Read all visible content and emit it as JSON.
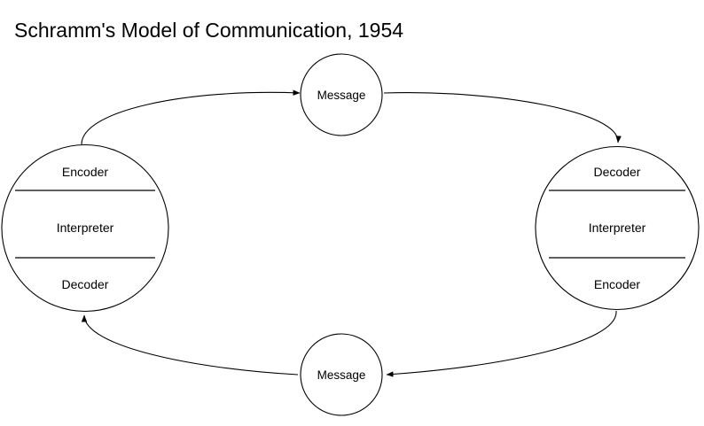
{
  "title": "Schramm's Model of Communication, 1954",
  "diagram": {
    "type": "cyclical-communication-model",
    "left_party": {
      "name": "left-communicator",
      "segments": [
        {
          "label": "Encoder",
          "position": "top"
        },
        {
          "label": "Interpreter",
          "position": "middle"
        },
        {
          "label": "Decoder",
          "position": "bottom"
        }
      ]
    },
    "right_party": {
      "name": "right-communicator",
      "segments": [
        {
          "label": "Decoder",
          "position": "top"
        },
        {
          "label": "Interpreter",
          "position": "middle"
        },
        {
          "label": "Encoder",
          "position": "bottom"
        }
      ]
    },
    "messages": [
      {
        "label": "Message",
        "position": "top"
      },
      {
        "label": "Message",
        "position": "bottom"
      }
    ],
    "flows": [
      {
        "name": "left-encoder-to-top-message",
        "from": "Encoder",
        "to": "Message",
        "direction": "right"
      },
      {
        "name": "top-message-to-right-decoder",
        "from": "Message",
        "to": "Decoder",
        "direction": "right"
      },
      {
        "name": "right-encoder-to-bottom-message",
        "from": "Encoder",
        "to": "Message",
        "direction": "left"
      },
      {
        "name": "bottom-message-to-left-decoder",
        "from": "Message",
        "to": "Decoder",
        "direction": "left"
      }
    ],
    "colors": {
      "stroke": "#000000",
      "fill": "#ffffff",
      "text": "#000000",
      "background": "#ffffff"
    }
  }
}
